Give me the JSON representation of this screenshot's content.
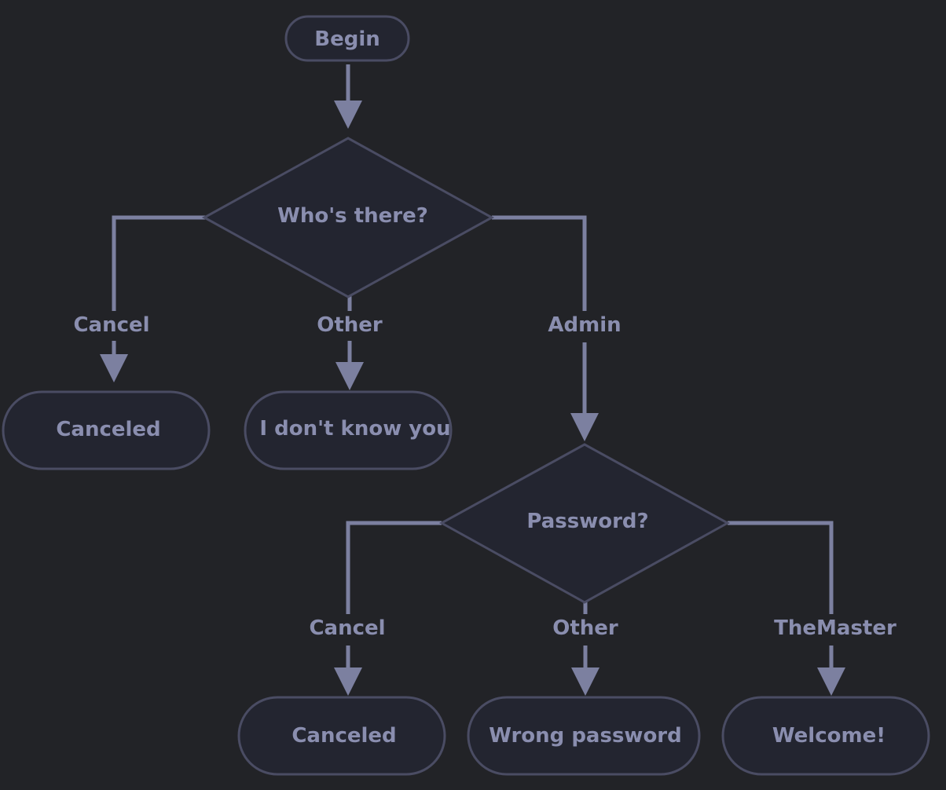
{
  "nodes": {
    "begin": "Begin",
    "whos_there": "Who's there?",
    "canceled_1": "Canceled",
    "dont_know": "I don't know you",
    "password": "Password?",
    "canceled_2": "Canceled",
    "wrong_password": "Wrong password",
    "welcome": "Welcome!"
  },
  "edges": {
    "cancel_1": "Cancel",
    "other_1": "Other",
    "admin": "Admin",
    "cancel_2": "Cancel",
    "other_2": "Other",
    "themaster": "TheMaster"
  }
}
